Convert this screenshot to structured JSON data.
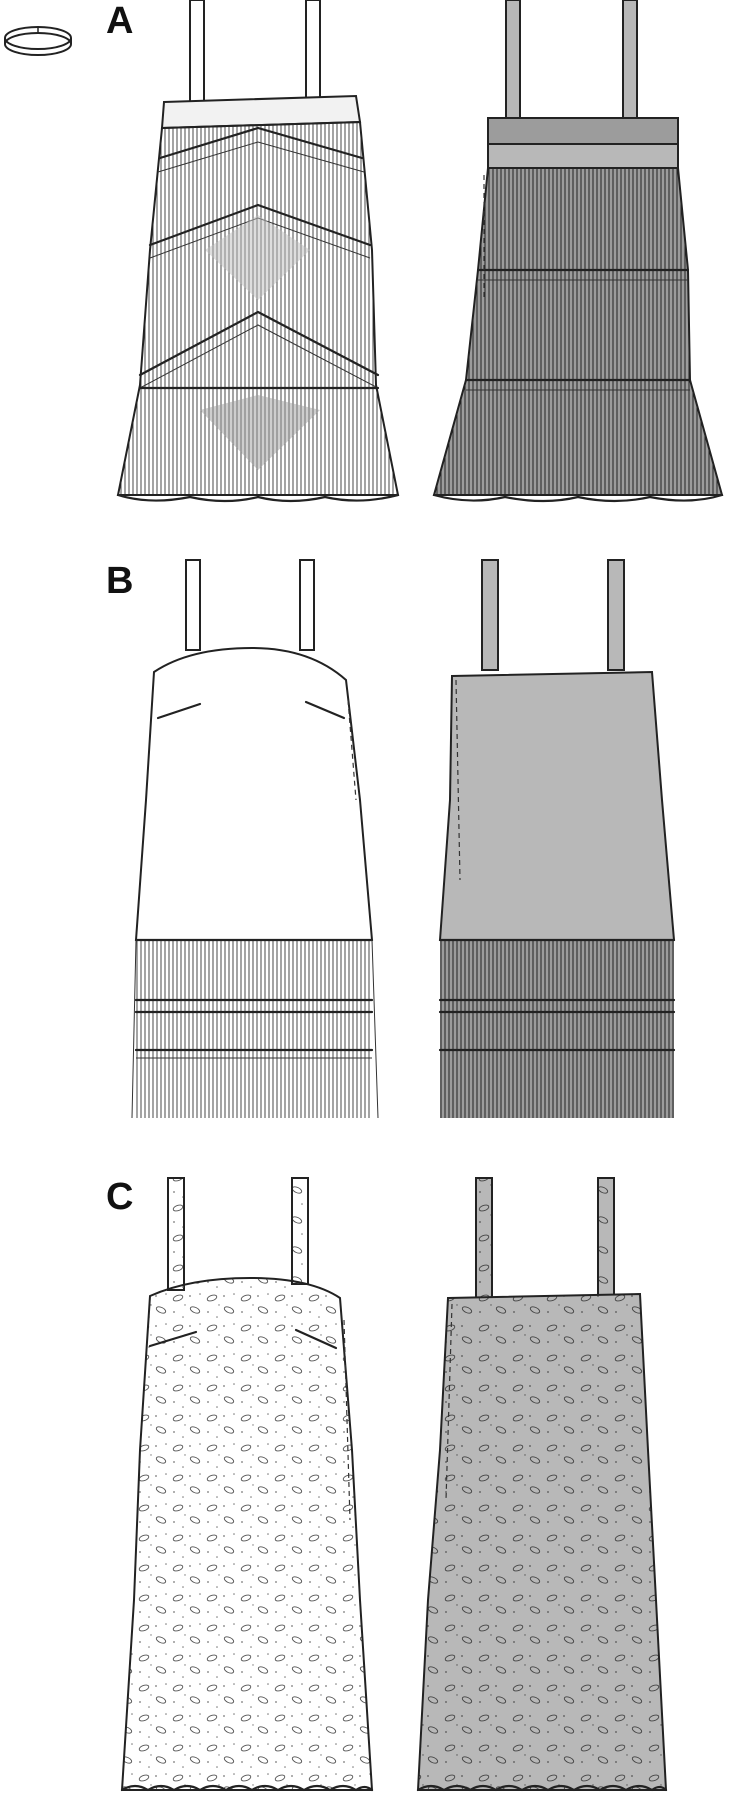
{
  "views": [
    {
      "label": "A"
    },
    {
      "label": "B"
    },
    {
      "label": "C"
    }
  ],
  "icons": {
    "accessory": "headband-icon"
  },
  "colors": {
    "outline": "#222222",
    "front_fill": "#ffffff",
    "back_fill": "#b8b8b8",
    "back_fill_dark": "#9c9c9c",
    "sheer_fill": "#cfcfcf"
  }
}
